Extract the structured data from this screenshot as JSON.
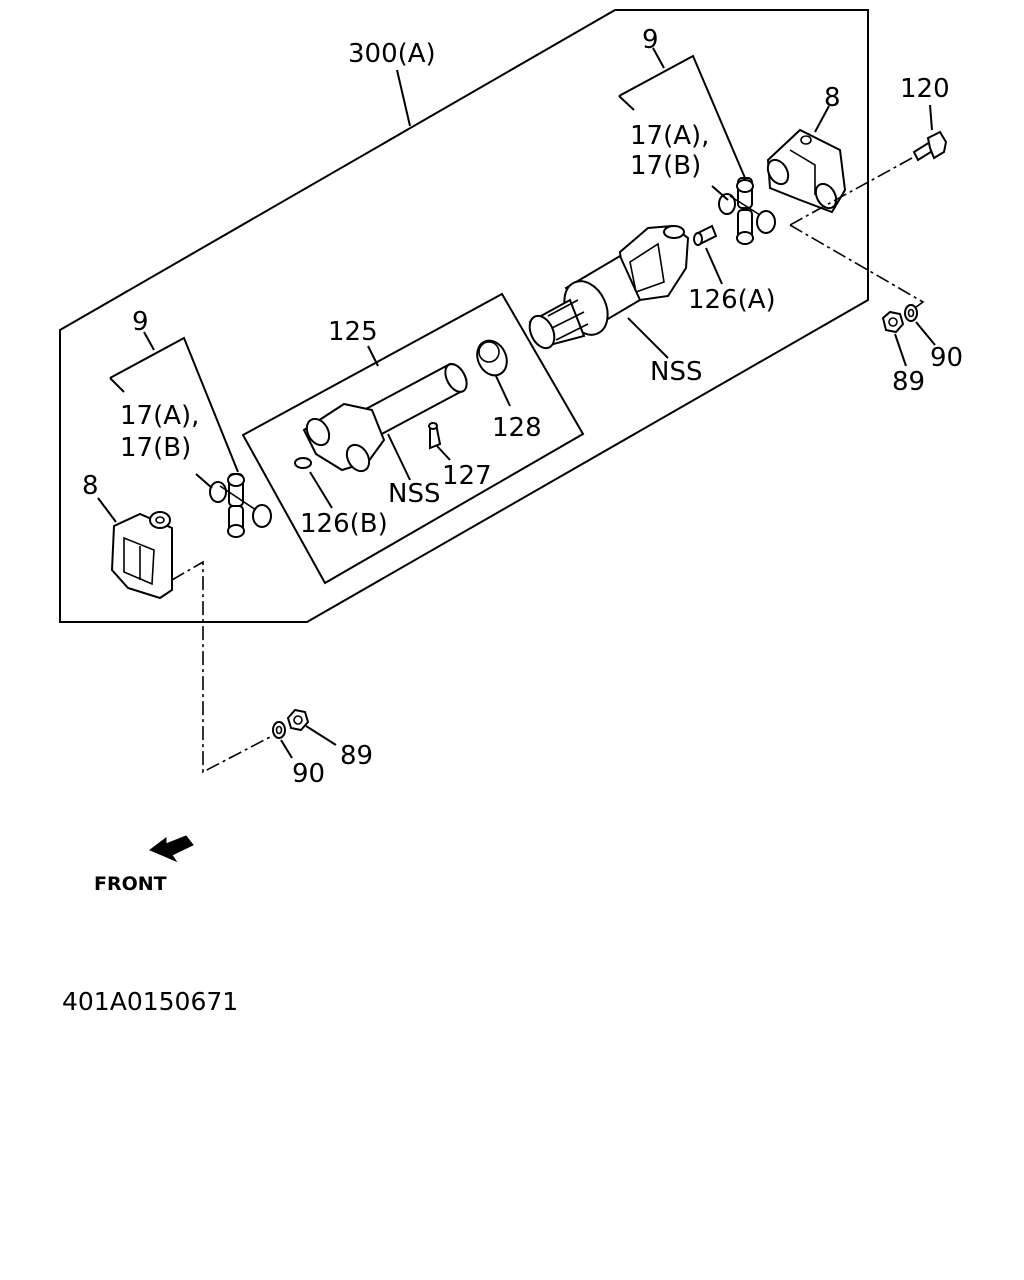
{
  "labels": {
    "assy": "300(A)",
    "kit_right": "9",
    "kit_left": "9",
    "spider_right_a": "17(A),",
    "spider_right_b": "17(B)",
    "spider_left_a": "17(A),",
    "spider_left_b": "17(B)",
    "flange_right": "8",
    "flange_left": "8",
    "bolt": "120",
    "cap_a": "126(A)",
    "nss_upper": "NSS",
    "nss_lower": "NSS",
    "shaft": "125",
    "seal": "128",
    "nipple": "127",
    "cap_b": "126(B)",
    "nut_right": "89",
    "washer_right": "90",
    "nut_left": "89",
    "washer_left": "90",
    "front": "FRONT",
    "code": "401A0150671"
  },
  "icons": {
    "front_arrow": "front-arrow-icon"
  }
}
